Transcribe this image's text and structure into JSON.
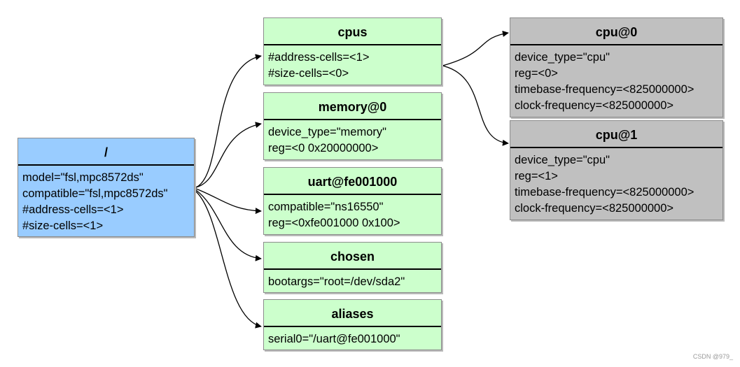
{
  "nodes": {
    "root": {
      "title": "/",
      "props": [
        "model=\"fsl,mpc8572ds\"",
        "compatible=\"fsl,mpc8572ds\"",
        "#address-cells=<1>",
        "#size-cells=<1>"
      ]
    },
    "cpus": {
      "title": "cpus",
      "props": [
        "#address-cells=<1>",
        "#size-cells=<0>"
      ]
    },
    "memory": {
      "title": "memory@0",
      "props": [
        "device_type=\"memory\"",
        "reg=<0 0x20000000>"
      ]
    },
    "uart": {
      "title": "uart@fe001000",
      "props": [
        "compatible=\"ns16550\"",
        "reg=<0xfe001000 0x100>"
      ]
    },
    "chosen": {
      "title": "chosen",
      "props": [
        "bootargs=\"root=/dev/sda2\""
      ]
    },
    "aliases": {
      "title": "aliases",
      "props": [
        "serial0=\"/uart@fe001000\""
      ]
    },
    "cpu0": {
      "title": "cpu@0",
      "props": [
        "device_type=\"cpu\"",
        "reg=<0>",
        "timebase-frequency=<825000000>",
        "clock-frequency=<825000000>"
      ]
    },
    "cpu1": {
      "title": "cpu@1",
      "props": [
        "device_type=\"cpu\"",
        "reg=<1>",
        "timebase-frequency=<825000000>",
        "clock-frequency=<825000000>"
      ]
    }
  },
  "edges": [
    {
      "from": "root",
      "to": "cpus"
    },
    {
      "from": "root",
      "to": "memory"
    },
    {
      "from": "root",
      "to": "uart"
    },
    {
      "from": "root",
      "to": "chosen"
    },
    {
      "from": "root",
      "to": "aliases"
    },
    {
      "from": "cpus",
      "to": "cpu0"
    },
    {
      "from": "cpus",
      "to": "cpu1"
    }
  ],
  "colors": {
    "root": "#99ccff",
    "child": "#ccffcc",
    "cpu": "#c0c0c0",
    "edge": "#000000"
  },
  "watermark": "CSDN @979_"
}
